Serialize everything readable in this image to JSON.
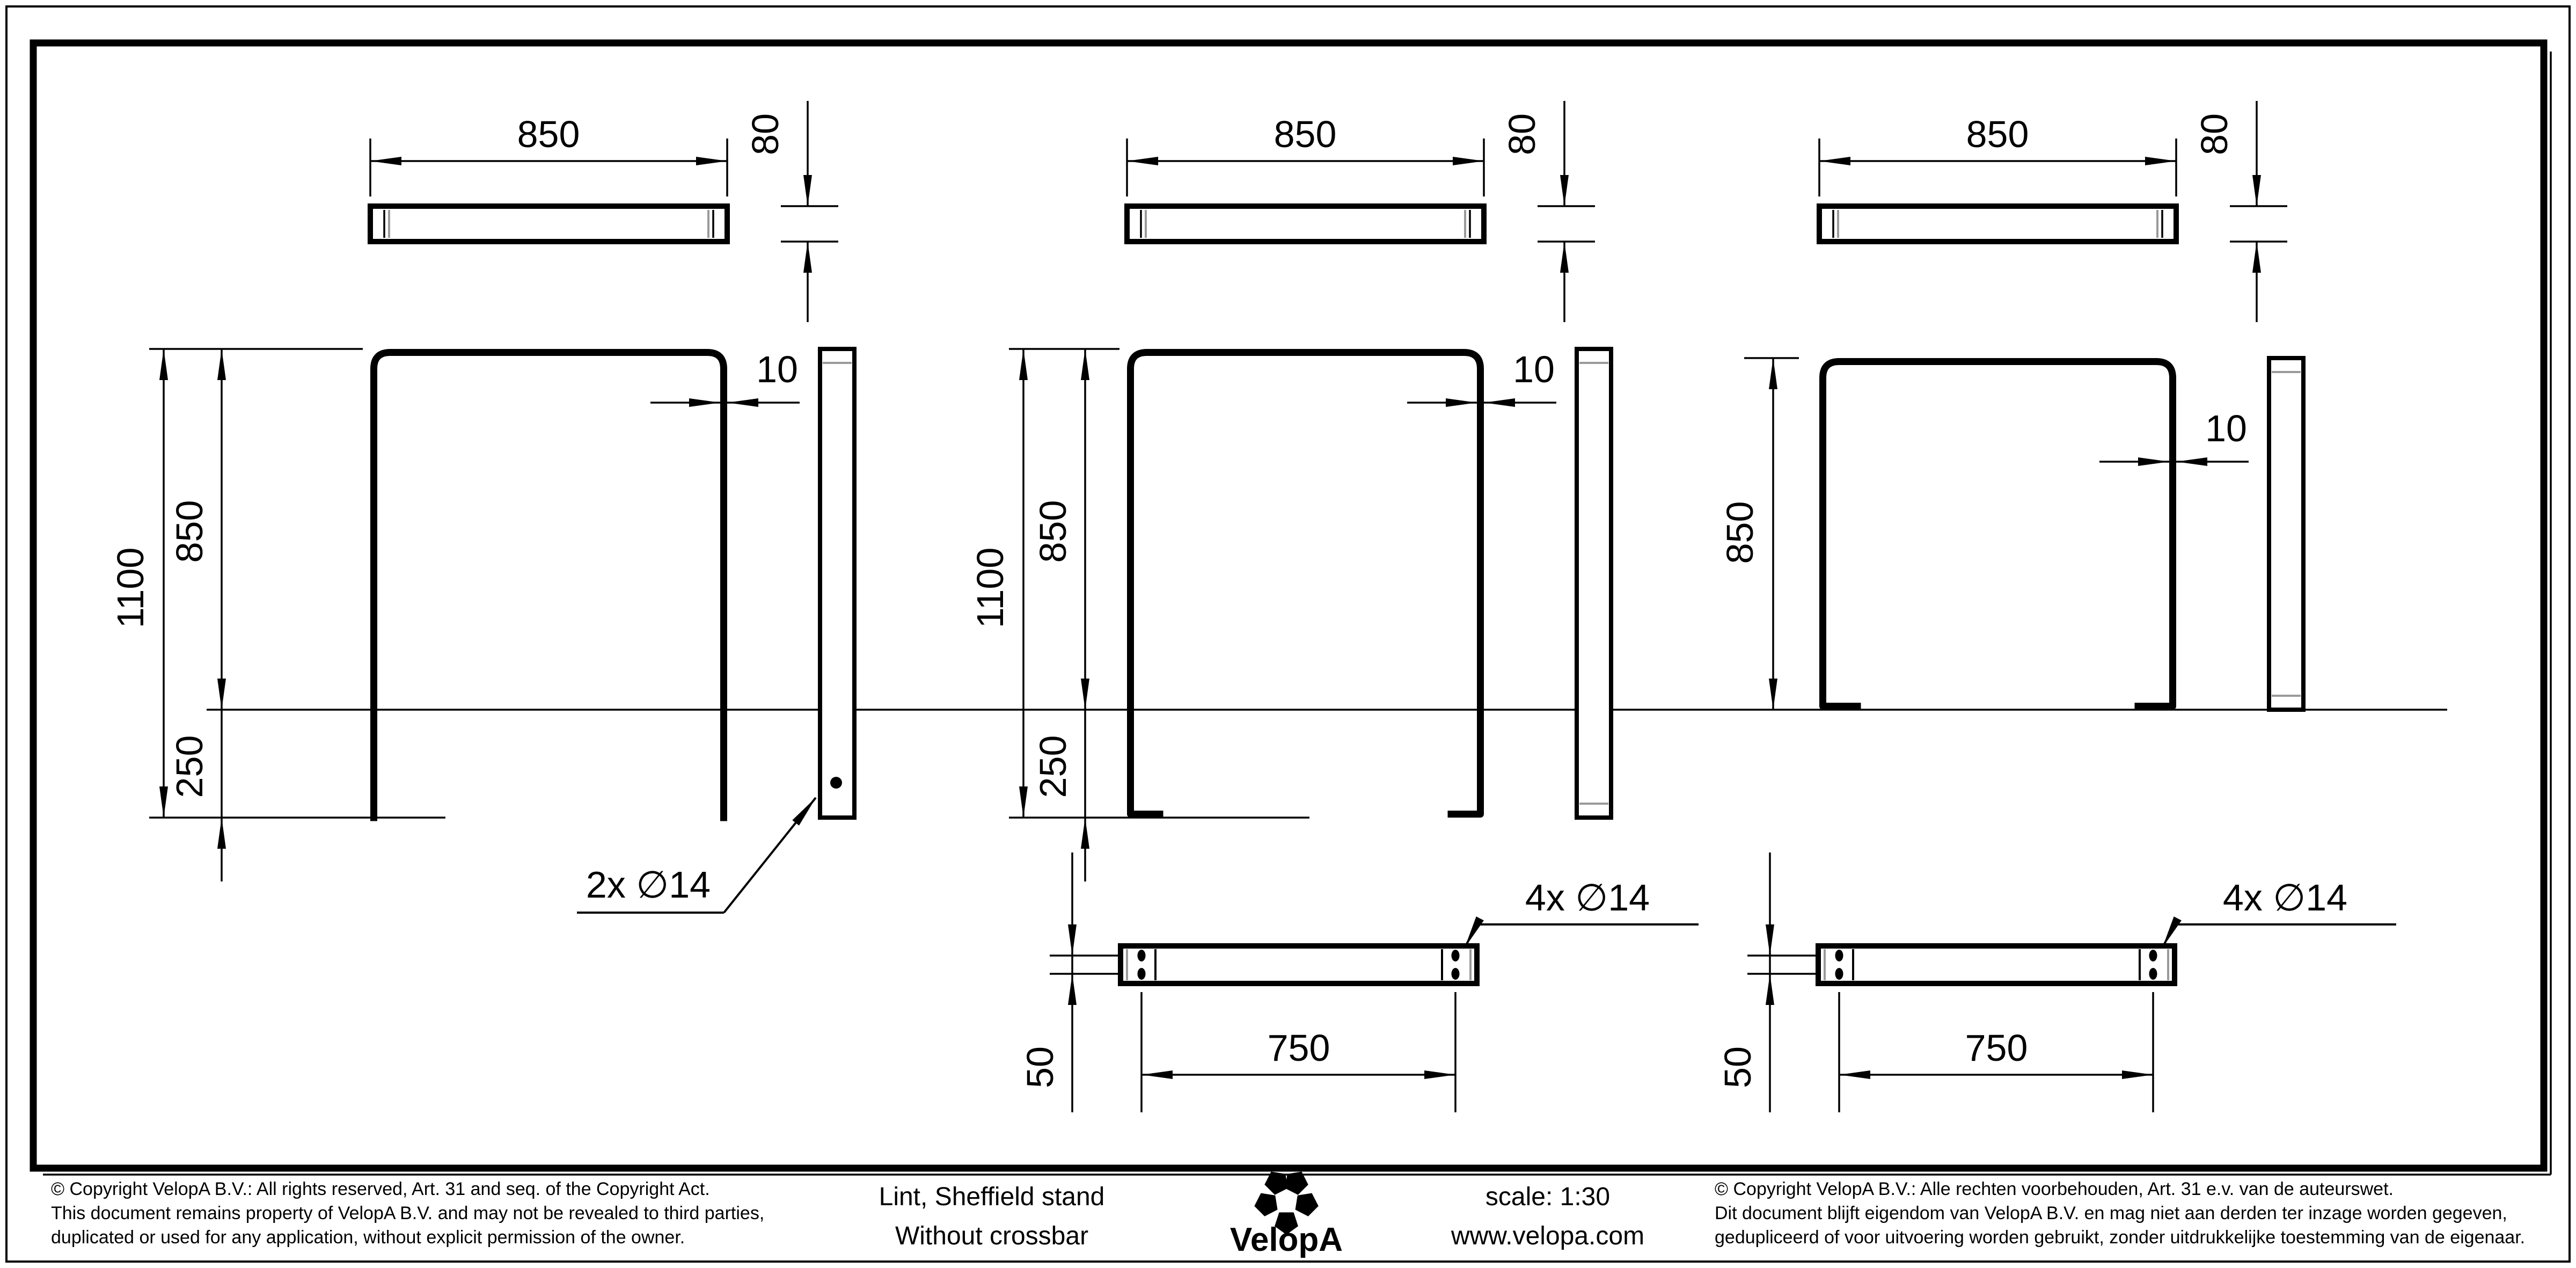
{
  "title_block": {
    "product": {
      "line1": "Lint, Sheffield stand",
      "line2": "Without crossbar"
    },
    "scale": "scale: 1:30",
    "website": "www.velopa.com",
    "brand": "VelopA",
    "copyright_en": {
      "line1": "©  Copyright VelopA B.V.: All rights reserved, Art. 31 and seq. of the Copyright Act.",
      "line2": "This document remains property of VelopA B.V. and may not be revealed to third parties,",
      "line3": "duplicated or used for any application, without explicit permission of the owner."
    },
    "copyright_nl": {
      "line1": "©  Copyright VelopA B.V.: Alle rechten voorbehouden, Art. 31 e.v. van de auteurswet.",
      "line2": "Dit document blijft eigendom van VelopA B.V. en mag niet aan derden ter inzage worden gegeven,",
      "line3": "gedupliceerd of voor uitvoering worden gebruikt, zonder uitdrukkelijke toestemming van de eigenaar."
    }
  },
  "dimensions": {
    "crossbar_length": "850",
    "crossbar_width": "80",
    "overall_height": "1100",
    "height_above_ground": "850",
    "below_ground_depth": "250",
    "tube_thickness": "10",
    "side_holes": "2x ∅14",
    "base_holes": "4x ∅14",
    "base_hole_spacing": "750",
    "base_hole_offset": "50"
  }
}
